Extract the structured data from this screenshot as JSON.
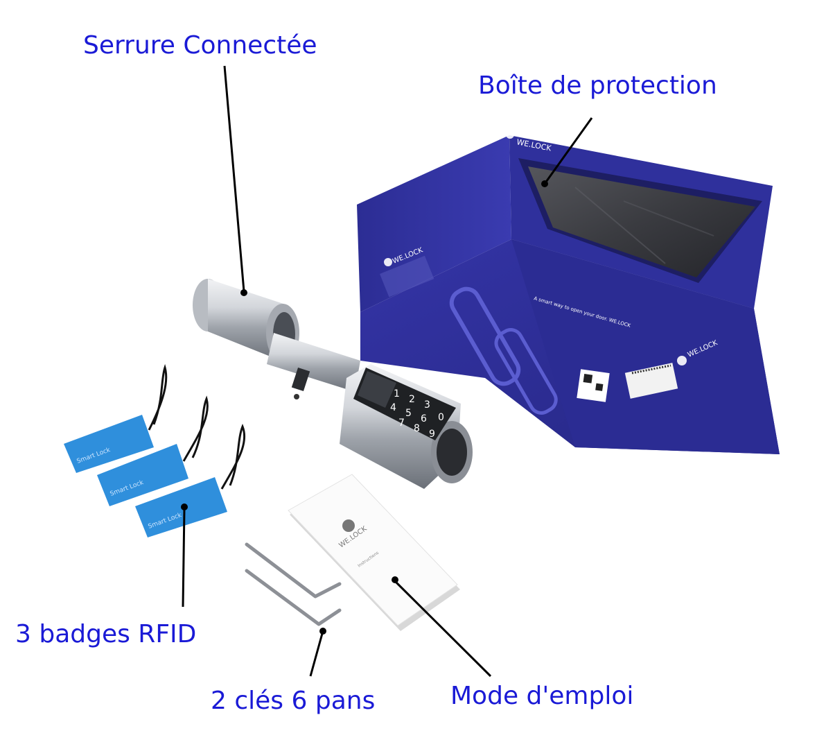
{
  "labels": {
    "smart_lock": "Serrure Connectée",
    "protection_box": "Boîte de protection",
    "rfid_badges": "3 badges RFID",
    "hex_keys": "2 clés 6 pans",
    "user_manual": "Mode d'emploi"
  },
  "brand": {
    "name": "WE.LOCK",
    "tagline": "A smart way to open your door. WE.LOCK",
    "badge_text": "Smart Lock",
    "manual_text": "Instructions"
  },
  "colors": {
    "label_text": "#1a1ad6",
    "box_blue": "#2e2f9a",
    "badge_blue": "#2f8fdc",
    "lock_metal": "#c9ccd1",
    "leader_line": "#000000"
  },
  "keypad_digits": [
    "1",
    "2",
    "3",
    "4",
    "5",
    "6",
    "7",
    "8",
    "9",
    "0"
  ]
}
